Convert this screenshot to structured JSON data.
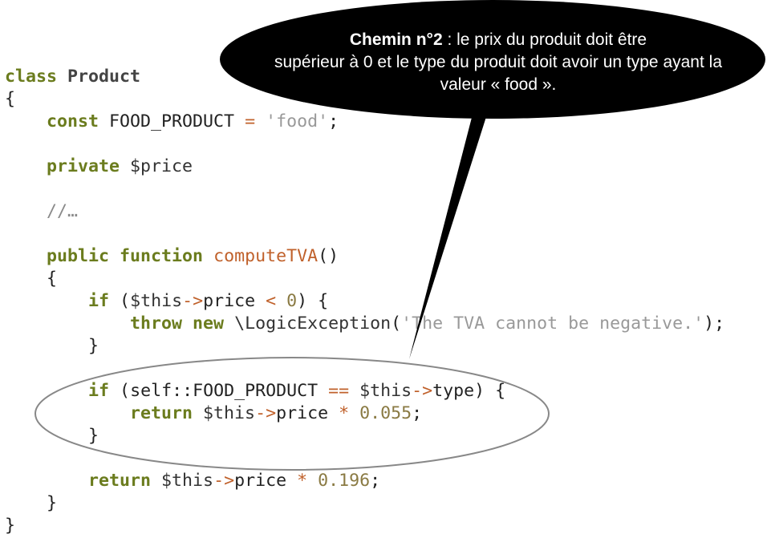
{
  "code": {
    "l1_kw": "class",
    "l1_name": "Product",
    "l2_brace": "{",
    "l3_kw": "const",
    "l3_const": "FOOD_PRODUCT",
    "l3_eq": "=",
    "l3_str": "'food'",
    "l3_end": ";",
    "l5_kw": "private",
    "l5_var": "$price",
    "l7_comment": "//…",
    "l9_kw1": "public",
    "l9_kw2": "function",
    "l9_fn": "computeTVA",
    "l9_parens": "()",
    "l10_brace": "{",
    "l11_kw": "if",
    "l11_open": "(",
    "l11_this": "$this",
    "l11_arrow": "->",
    "l11_prop": "price",
    "l11_lt": "<",
    "l11_num": "0",
    "l11_close": ") {",
    "l12_kw1": "throw",
    "l12_kw2": "new",
    "l12_cls": "\\LogicException",
    "l12_open": "(",
    "l12_str": "'The TVA cannot be negative.'",
    "l12_close": ");",
    "l13_brace": "}",
    "l15_kw": "if",
    "l15_open": "(",
    "l15_self": "self::FOOD_PRODUCT",
    "l15_eq": "==",
    "l15_this": "$this",
    "l15_arrow": "->",
    "l15_prop": "type",
    "l15_close": ") {",
    "l16_kw": "return",
    "l16_this": "$this",
    "l16_arrow": "->",
    "l16_prop": "price",
    "l16_mul": "*",
    "l16_num": "0.055",
    "l16_end": ";",
    "l17_brace": "}",
    "l19_kw": "return",
    "l19_this": "$this",
    "l19_arrow": "->",
    "l19_prop": "price",
    "l19_mul": "*",
    "l19_num": "0.196",
    "l19_end": ";",
    "l20_brace": "}",
    "l21_brace": "}"
  },
  "callout": {
    "bold": "Chemin n°2",
    "line1_rest": " : le prix du produit doit être",
    "line2": "supérieur à 0 et le type du produit doit avoir un type ayant la",
    "line3": "valeur « food »."
  },
  "colors": {
    "keyword": "#6b7c1e",
    "function": "#c0612b",
    "string": "#999999",
    "number": "#8a7a43",
    "callout_bg": "#000000",
    "callout_text": "#ffffff",
    "highlight_ellipse": "#888888"
  }
}
